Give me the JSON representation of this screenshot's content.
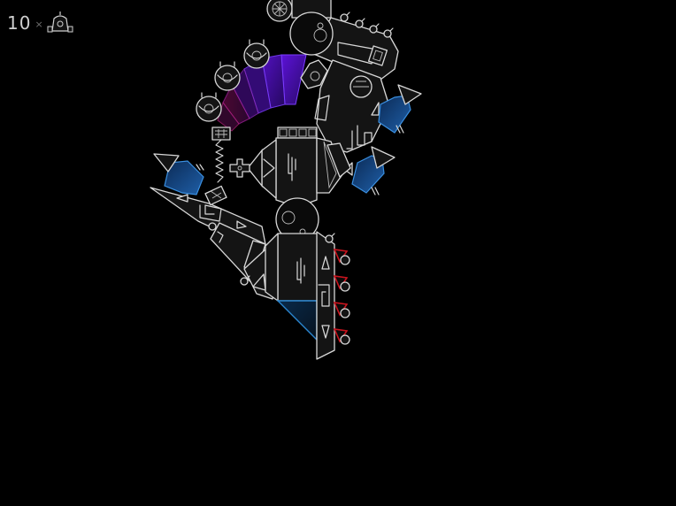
{
  "hud": {
    "lives_count": "10",
    "lives_multiplier": "×",
    "lives_icon": "player-ship-icon"
  },
  "colors": {
    "background": "#000000",
    "hull_stroke": "#d8d8d8",
    "hull_fill": "#141414",
    "shield_blue": "#1f5fa8",
    "laser_purple": "#6a14c9",
    "laser_magenta": "#9a1577",
    "turret_red": "#c8141e",
    "tractor_blue": "#2b87d1"
  },
  "scene": {
    "object": "boss-mothership",
    "turrets_red": 4,
    "drone_pods": 4
  }
}
